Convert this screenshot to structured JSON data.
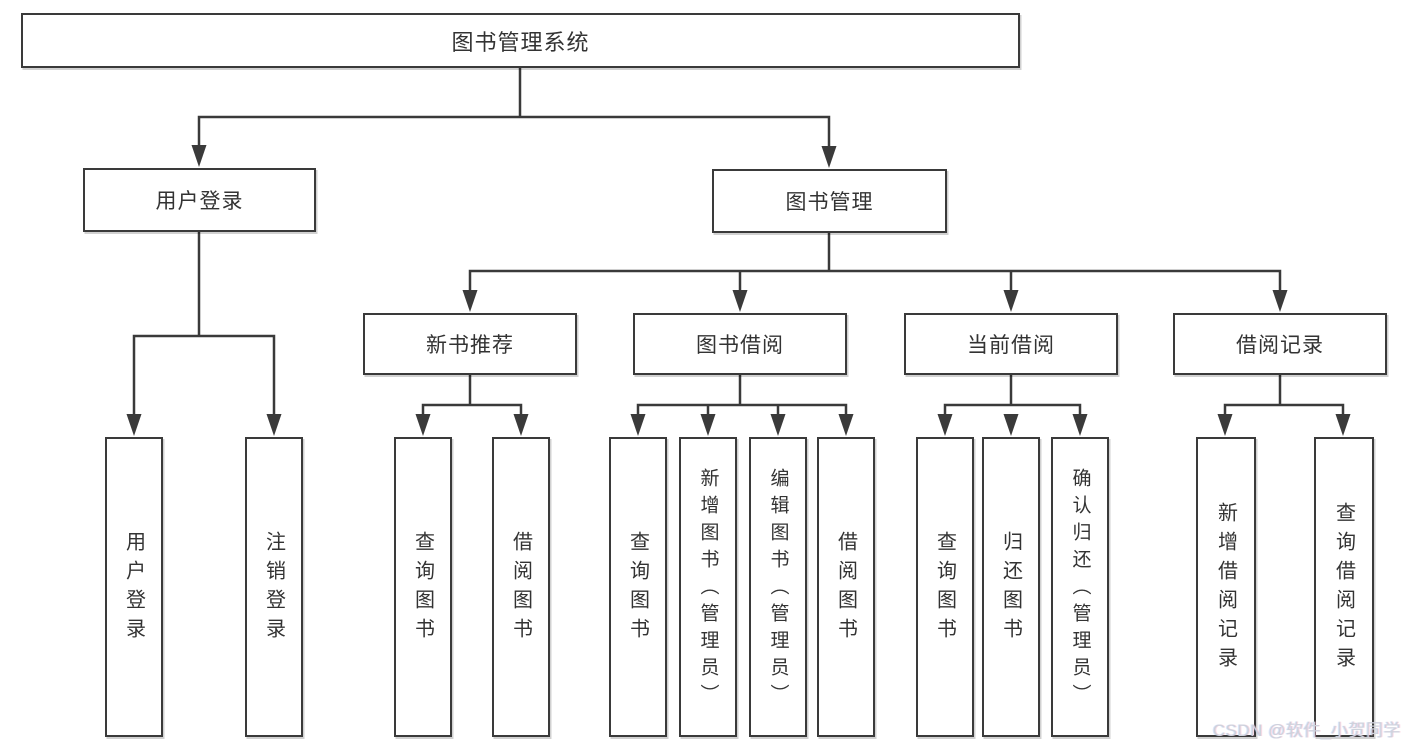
{
  "tree": {
    "label": "图书管理系统",
    "children": [
      {
        "label": "用户登录",
        "children": [
          {
            "label": "用户登录"
          },
          {
            "label": "注销登录"
          }
        ]
      },
      {
        "label": "图书管理",
        "children": [
          {
            "label": "新书推荐",
            "children": [
              {
                "label": "查询图书"
              },
              {
                "label": "借阅图书"
              }
            ]
          },
          {
            "label": "图书借阅",
            "children": [
              {
                "label": "查询图书"
              },
              {
                "label": "新增图书（管理员）"
              },
              {
                "label": "编辑图书（管理员）"
              },
              {
                "label": "借阅图书"
              }
            ]
          },
          {
            "label": "当前借阅",
            "children": [
              {
                "label": "查询图书"
              },
              {
                "label": "归还图书"
              },
              {
                "label": "确认归还（管理员）"
              }
            ]
          },
          {
            "label": "借阅记录",
            "children": [
              {
                "label": "新增借阅记录"
              },
              {
                "label": "查询借阅记录"
              }
            ]
          }
        ]
      }
    ]
  },
  "watermark": "CSDN @软件_小贺同学",
  "colors": {
    "line": "#3a3a3a",
    "box_border": "#3a3a3a",
    "text": "#333333",
    "background": "#ffffff",
    "watermark_text": "#ced2dc"
  }
}
